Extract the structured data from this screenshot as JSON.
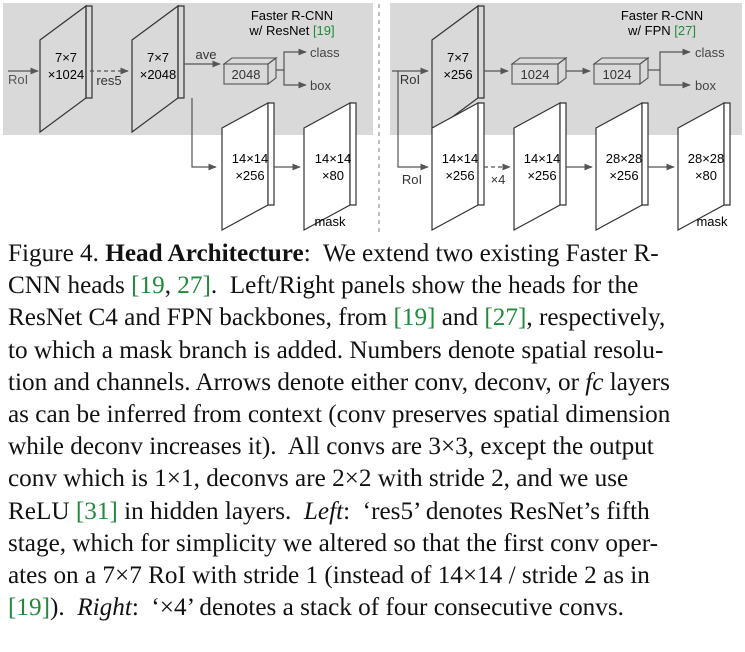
{
  "left_panel": {
    "title_line1": "Faster R-CNN",
    "title_line2_prefix": "w/ ResNet ",
    "title_cite": "[19]",
    "roi_label": "RoI",
    "box1_line1": "7×7",
    "box1_line2": "×1024",
    "res5_label": "res5",
    "box2_line1": "7×7",
    "box2_line2": "×2048",
    "ave_label": "ave",
    "fc_label": "2048",
    "class_label": "class",
    "box_label": "box",
    "mask_box1_line1": "14×14",
    "mask_box1_line2": "×256",
    "mask_box2_line1": "14×14",
    "mask_box2_line2": "×80",
    "mask_label": "mask"
  },
  "right_panel": {
    "title_line1": "Faster R-CNN",
    "title_line2_prefix": "w/ FPN ",
    "title_cite": "[27]",
    "roi_label_top": "RoI",
    "box1_line1": "7×7",
    "box1_line2": "×256",
    "fc1_label": "1024",
    "fc2_label": "1024",
    "class_label": "class",
    "box_label": "box",
    "roi_label_bottom": "RoI",
    "mask_box1_line1": "14×14",
    "mask_box1_line2": "×256",
    "x4_label": "×4",
    "mask_box2_line1": "14×14",
    "mask_box2_line2": "×256",
    "mask_box3_line1": "28×28",
    "mask_box3_line2": "×256",
    "mask_box4_line1": "28×28",
    "mask_box4_line2": "×80",
    "mask_label": "mask"
  },
  "colors": {
    "band_gray": "#d9d9d9",
    "citation_green": "#1f8a3a",
    "divider": "#9a9a9a"
  },
  "caption": {
    "lines": [
      [
        {
          "t": "Figure 4. ",
          "s": ""
        },
        {
          "t": "Head Architecture",
          "s": "bold"
        },
        {
          "t": ":  We extend two existing Faster R-",
          "s": ""
        }
      ],
      [
        {
          "t": "CNN heads ",
          "s": ""
        },
        {
          "t": "[19",
          "s": "cite"
        },
        {
          "t": ", ",
          "s": ""
        },
        {
          "t": "27]",
          "s": "cite"
        },
        {
          "t": ".  Left/Right panels show the heads for the",
          "s": ""
        }
      ],
      [
        {
          "t": "ResNet C4 and FPN backbones, from ",
          "s": ""
        },
        {
          "t": "[19]",
          "s": "cite"
        },
        {
          "t": " and ",
          "s": ""
        },
        {
          "t": "[27]",
          "s": "cite"
        },
        {
          "t": ", respectively,",
          "s": ""
        }
      ],
      [
        {
          "t": "to which a mask branch is added. Numbers denote spatial resolu-",
          "s": ""
        }
      ],
      [
        {
          "t": "tion and channels. Arrows denote either conv, deconv, or ",
          "s": ""
        },
        {
          "t": "fc",
          "s": "ital"
        },
        {
          "t": " layers",
          "s": ""
        }
      ],
      [
        {
          "t": "as can be inferred from context (conv preserves spatial dimension",
          "s": ""
        }
      ],
      [
        {
          "t": "while deconv increases it).  All convs are 3×3, except the output",
          "s": ""
        }
      ],
      [
        {
          "t": "conv which is 1×1, deconvs are 2×2 with stride 2, and we use",
          "s": ""
        }
      ],
      [
        {
          "t": "ReLU ",
          "s": ""
        },
        {
          "t": "[31]",
          "s": "cite"
        },
        {
          "t": " in hidden layers.  ",
          "s": ""
        },
        {
          "t": "Left",
          "s": "ital"
        },
        {
          "t": ":  ‘res5’ denotes ResNet’s fifth",
          "s": ""
        }
      ],
      [
        {
          "t": "stage, which for simplicity we altered so that the first conv oper-",
          "s": ""
        }
      ],
      [
        {
          "t": "ates on a 7×7 RoI with stride 1 (instead of 14×14 / stride 2 as in",
          "s": ""
        }
      ],
      [
        {
          "t": "[19]",
          "s": "cite"
        },
        {
          "t": ").  ",
          "s": ""
        },
        {
          "t": "Right",
          "s": "ital"
        },
        {
          "t": ":  ‘×4’ denotes a stack of four consecutive convs.",
          "s": ""
        }
      ]
    ]
  }
}
